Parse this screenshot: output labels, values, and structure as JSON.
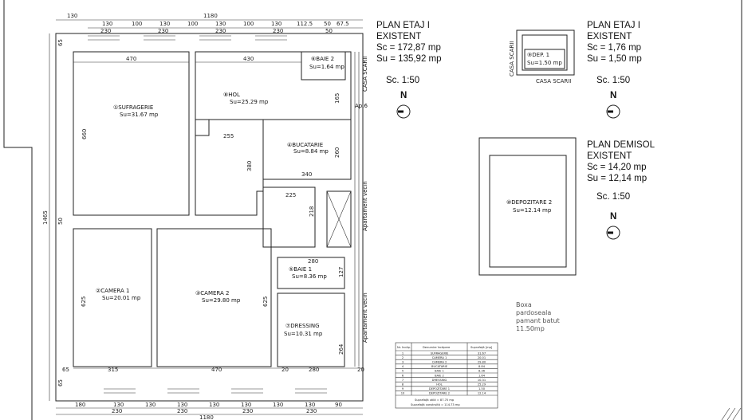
{
  "plan_etaj": {
    "title1": "PLAN  ETAJ I",
    "title2": "EXISTENT",
    "sc": "Sc = 172,87 mp",
    "su": "Su = 135,92 mp",
    "scale": "Sc. 1:50"
  },
  "plan_etaj_scara": {
    "title1": "PLAN  ETAJ I",
    "title2": "EXISTENT",
    "sc": "Sc = 1,76 mp",
    "su": "Su = 1,50 mp",
    "scale": "Sc. 1:50",
    "room": "⑨DEP. 1",
    "room_su": "Su=1.50 mp",
    "stair_v": "CASA SCARII",
    "stair_h": "CASA SCARII"
  },
  "plan_demisol": {
    "title1": "PLAN  DEMISOL",
    "title2": "EXISTENT",
    "sc": "Sc = 14,20 mp",
    "su": "Su = 12,14 mp",
    "scale": "Sc. 1:50",
    "room": "⑩DEPOZITARE 2",
    "room_su": "Su=12.14 mp"
  },
  "north_label": "N",
  "boxa_note": [
    "Boxa",
    "pardoseala",
    "pamant batut",
    "11.50mp"
  ],
  "rooms": [
    {
      "name": "①SUFRAGERIE",
      "su": "Su=31.67 mp"
    },
    {
      "name": "②CAMERA 1",
      "su": "Su=20.01 mp"
    },
    {
      "name": "③CAMERA 2",
      "su": "Su=29.80 mp"
    },
    {
      "name": "④BUCATARIE",
      "su": "Su=8.84 mp"
    },
    {
      "name": "⑤BAIE 1",
      "su": "Su=8.36 mp"
    },
    {
      "name": "⑥BAIE 2",
      "su": "Su=1.64 mp"
    },
    {
      "name": "⑦DRESSING",
      "su": "Su=10.31 mp"
    },
    {
      "name": "⑧HOL",
      "su": "Su=25.29 mp"
    }
  ],
  "side_labels": {
    "casa_scarii": "CASA SCARII",
    "ap6": "Ap.6",
    "vecin1": "Apartament vecin",
    "vecin2": "Apartament vecin"
  },
  "dims_top": [
    "130",
    "1180",
    "130",
    "100",
    "130",
    "100",
    "130",
    "100",
    "130",
    "112.5",
    "50",
    "67.5",
    "230",
    "230",
    "230",
    "230",
    "50"
  ],
  "dims_inner": [
    "470",
    "430",
    "255",
    "340",
    "225",
    "218",
    "280",
    "127",
    "165",
    "260",
    "380",
    "660",
    "625",
    "625",
    "264",
    "65",
    "50",
    "1465"
  ],
  "dims_bottom": [
    "65",
    "315",
    "470",
    "20",
    "280",
    "20",
    "180",
    "130",
    "130",
    "130",
    "130",
    "130",
    "130",
    "130",
    "90",
    "230",
    "230",
    "230",
    "230",
    "1180",
    "65"
  ],
  "table": {
    "headers": [
      "Nr. încăp.",
      "Denumire încăpere",
      "Suprafață [mp]"
    ],
    "rows": [
      [
        "1",
        "SUFRAGERIE",
        "31.67"
      ],
      [
        "2",
        "CAMERA 1",
        "20.01"
      ],
      [
        "3",
        "CAMERA 2",
        "29.80"
      ],
      [
        "4",
        "BUCATARIE",
        "8.84"
      ],
      [
        "5",
        "BAIE 1",
        "8.36"
      ],
      [
        "6",
        "BAIE 2",
        "1.64"
      ],
      [
        "7",
        "DRESSING",
        "10.31"
      ],
      [
        "8",
        "HOL",
        "25.29"
      ],
      [
        "9",
        "DEPOZITARE 1",
        "1.50"
      ],
      [
        "10",
        "DEPOZITARE 2",
        "12.14"
      ]
    ],
    "total_util": "Suprafaţă utilă = 87.70 mp",
    "total_construita": "Suprafaţă construită = 114.73 mp"
  }
}
